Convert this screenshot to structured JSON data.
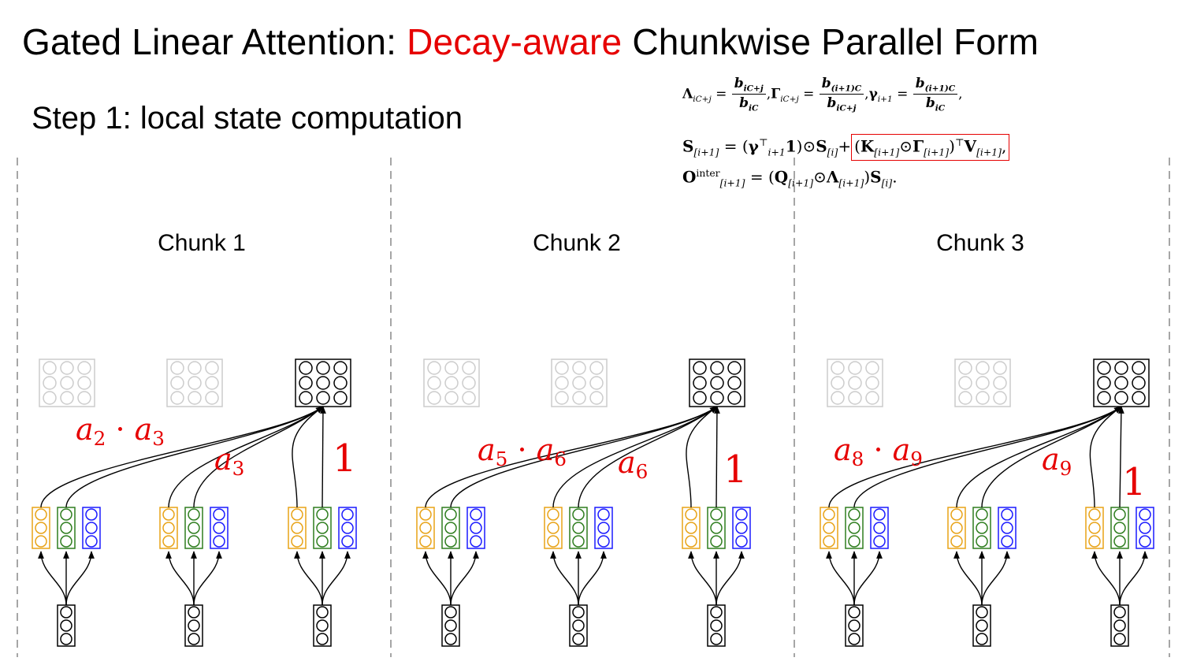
{
  "title": {
    "prefix": "Gated Linear Attention: ",
    "highlight": "Decay-aware",
    "suffix": " Chunkwise Parallel Form"
  },
  "step_label": "Step 1: local state computation",
  "formulas": {
    "line1": {
      "lambda": "Λ",
      "lambda_sub": "iC+j",
      "lambda_num": "b",
      "lambda_num_sub": "iC+j",
      "lambda_den": "b",
      "lambda_den_sub": "iC",
      "gamma_big": "Γ",
      "gamma_big_sub": "iC+j",
      "gamma_big_num": "b",
      "gamma_big_num_sub": "(i+1)C",
      "gamma_big_den": "b",
      "gamma_big_den_sub": "iC+j",
      "gamma_small": "γ",
      "gamma_small_sub": "i+1",
      "gamma_small_num": "b",
      "gamma_small_num_sub": "(i+1)C",
      "gamma_small_den": "b",
      "gamma_small_den_sub": "iC"
    },
    "line2": {
      "lhs": "S",
      "lhs_sub": "[i+1]",
      "gamma": "γ",
      "gamma_sub": "i+1",
      "top": "⊤",
      "one": "1",
      "s": "S",
      "s_sub": "[i]",
      "k": "K",
      "k_sub": "[i+1]",
      "g": "Γ",
      "g_sub": "[i+1]",
      "v": "V",
      "v_sub": "[i+1]"
    },
    "line3": {
      "o": "O",
      "o_sup": "inter",
      "o_sub": "[i+1]",
      "q": "Q",
      "q_sub": "[i+1]",
      "l": "Λ",
      "l_sub": "[i+1]",
      "s": "S",
      "s_sub": "[i]"
    }
  },
  "chunks": [
    {
      "label": "Chunk 1",
      "coef_long": {
        "a": "a",
        "n1": "2",
        "dot": "·",
        "b": "a",
        "n2": "3"
      },
      "coef_mid": {
        "a": "a",
        "n": "3"
      },
      "coef_one": "1"
    },
    {
      "label": "Chunk 2",
      "coef_long": {
        "a": "a",
        "n1": "5",
        "dot": "·",
        "b": "a",
        "n2": "6"
      },
      "coef_mid": {
        "a": "a",
        "n": "6"
      },
      "coef_one": "1"
    },
    {
      "label": "Chunk 3",
      "coef_long": {
        "a": "a",
        "n1": "8",
        "dot": "·",
        "b": "a",
        "n2": "9"
      },
      "coef_mid": {
        "a": "a",
        "n": "9"
      },
      "coef_one": "1"
    }
  ],
  "colors": {
    "highlight": "#e60000",
    "key": "#e8a317",
    "gate": "#2e7d1e",
    "value": "#1a1aff",
    "faded_state": "#cccccc",
    "divider": "#888888"
  }
}
